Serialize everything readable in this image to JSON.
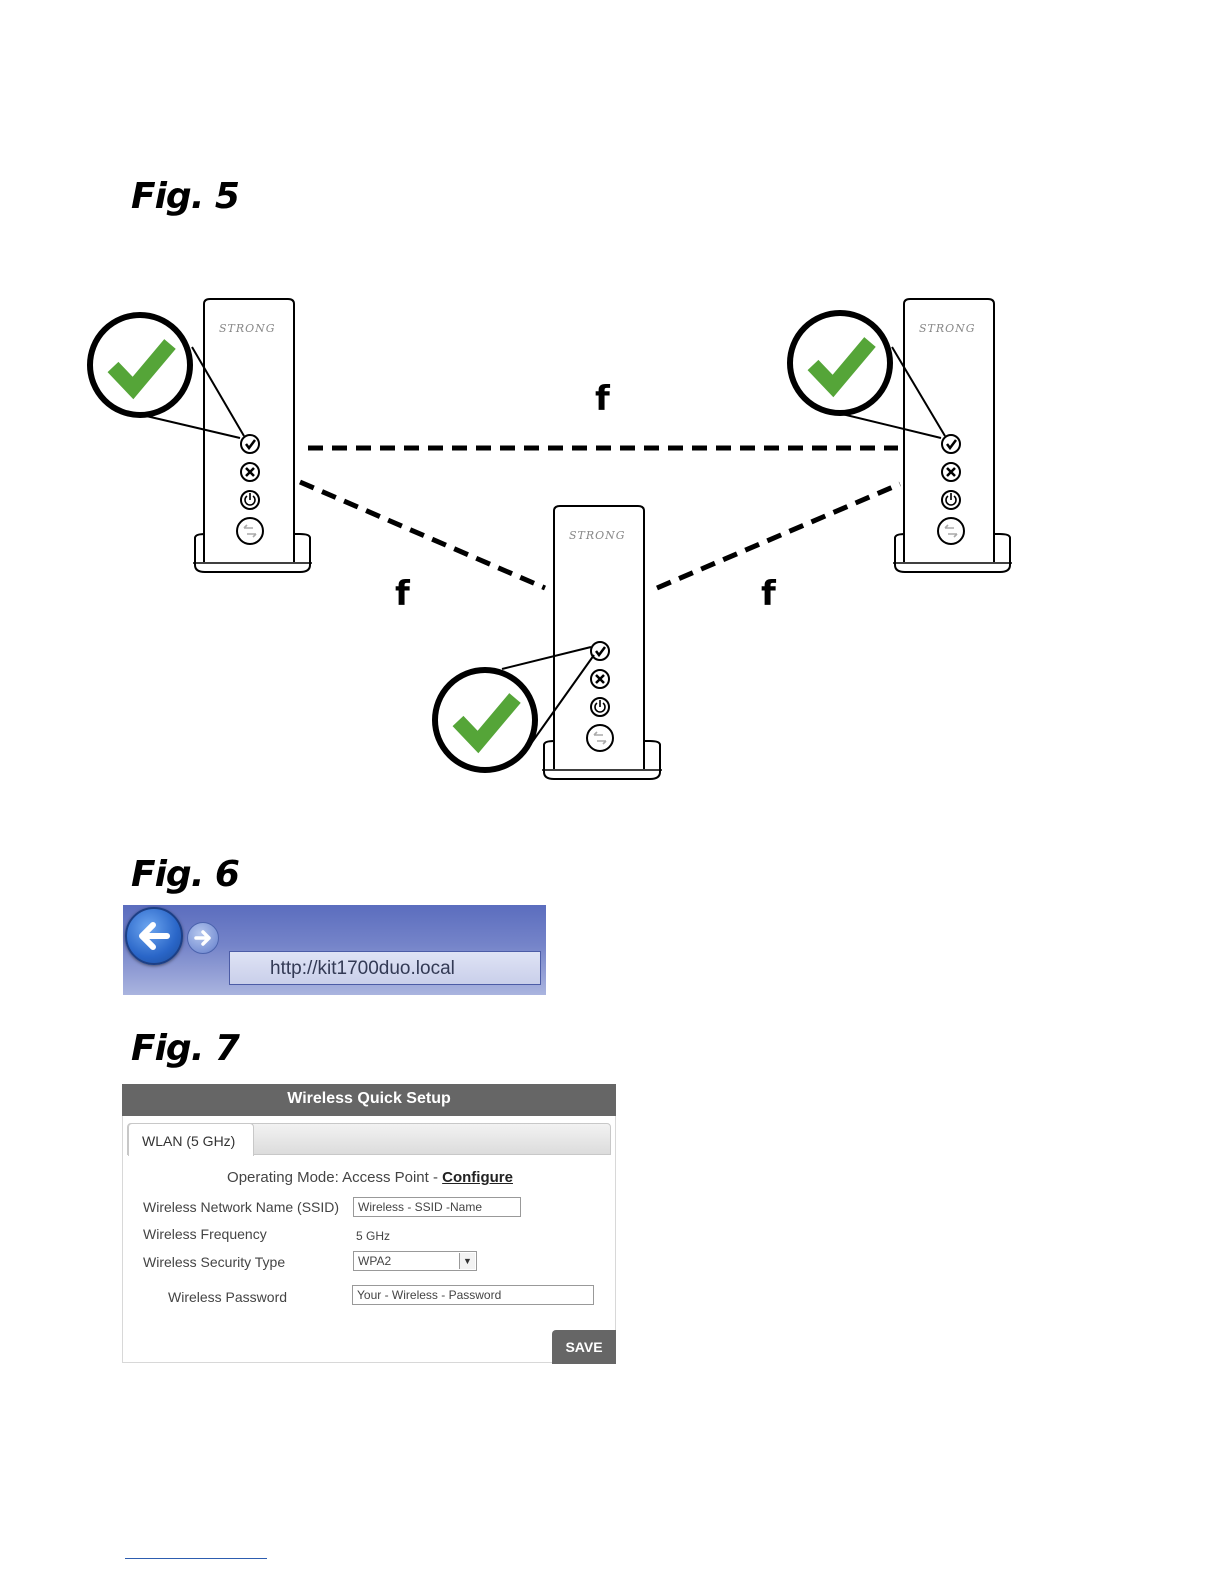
{
  "figures": {
    "fig5": {
      "label": "Fig. 5",
      "link_label": "f",
      "device_brand": "STRONG",
      "status_icon": "check-icon",
      "link_style": "dashed"
    },
    "fig6": {
      "label": "Fig. 6",
      "url": "http://kit1700duo.local",
      "back_icon": "back-arrow-icon",
      "forward_icon": "forward-arrow-icon"
    },
    "fig7": {
      "label": "Fig. 7",
      "title": "Wireless Quick Setup",
      "tab": "WLAN (5 GHz)",
      "mode_text": "Operating Mode: Access Point - ",
      "configure": "Configure",
      "ssid_label": "Wireless Network Name (SSID)",
      "ssid_value": "Wireless - SSID -Name",
      "frequency_label": "Wireless Frequency",
      "frequency_value": "5 GHz",
      "security_label": "Wireless Security Type",
      "security_value": "WPA2",
      "password_label": "Wireless Password",
      "password_value": "Your - Wireless - Password",
      "save": "SAVE"
    }
  },
  "colors": {
    "check_green": "#55a538",
    "header_gray": "#666666",
    "browser_blue": "#5b6dbe",
    "footer_rule": "#2d5db0"
  }
}
